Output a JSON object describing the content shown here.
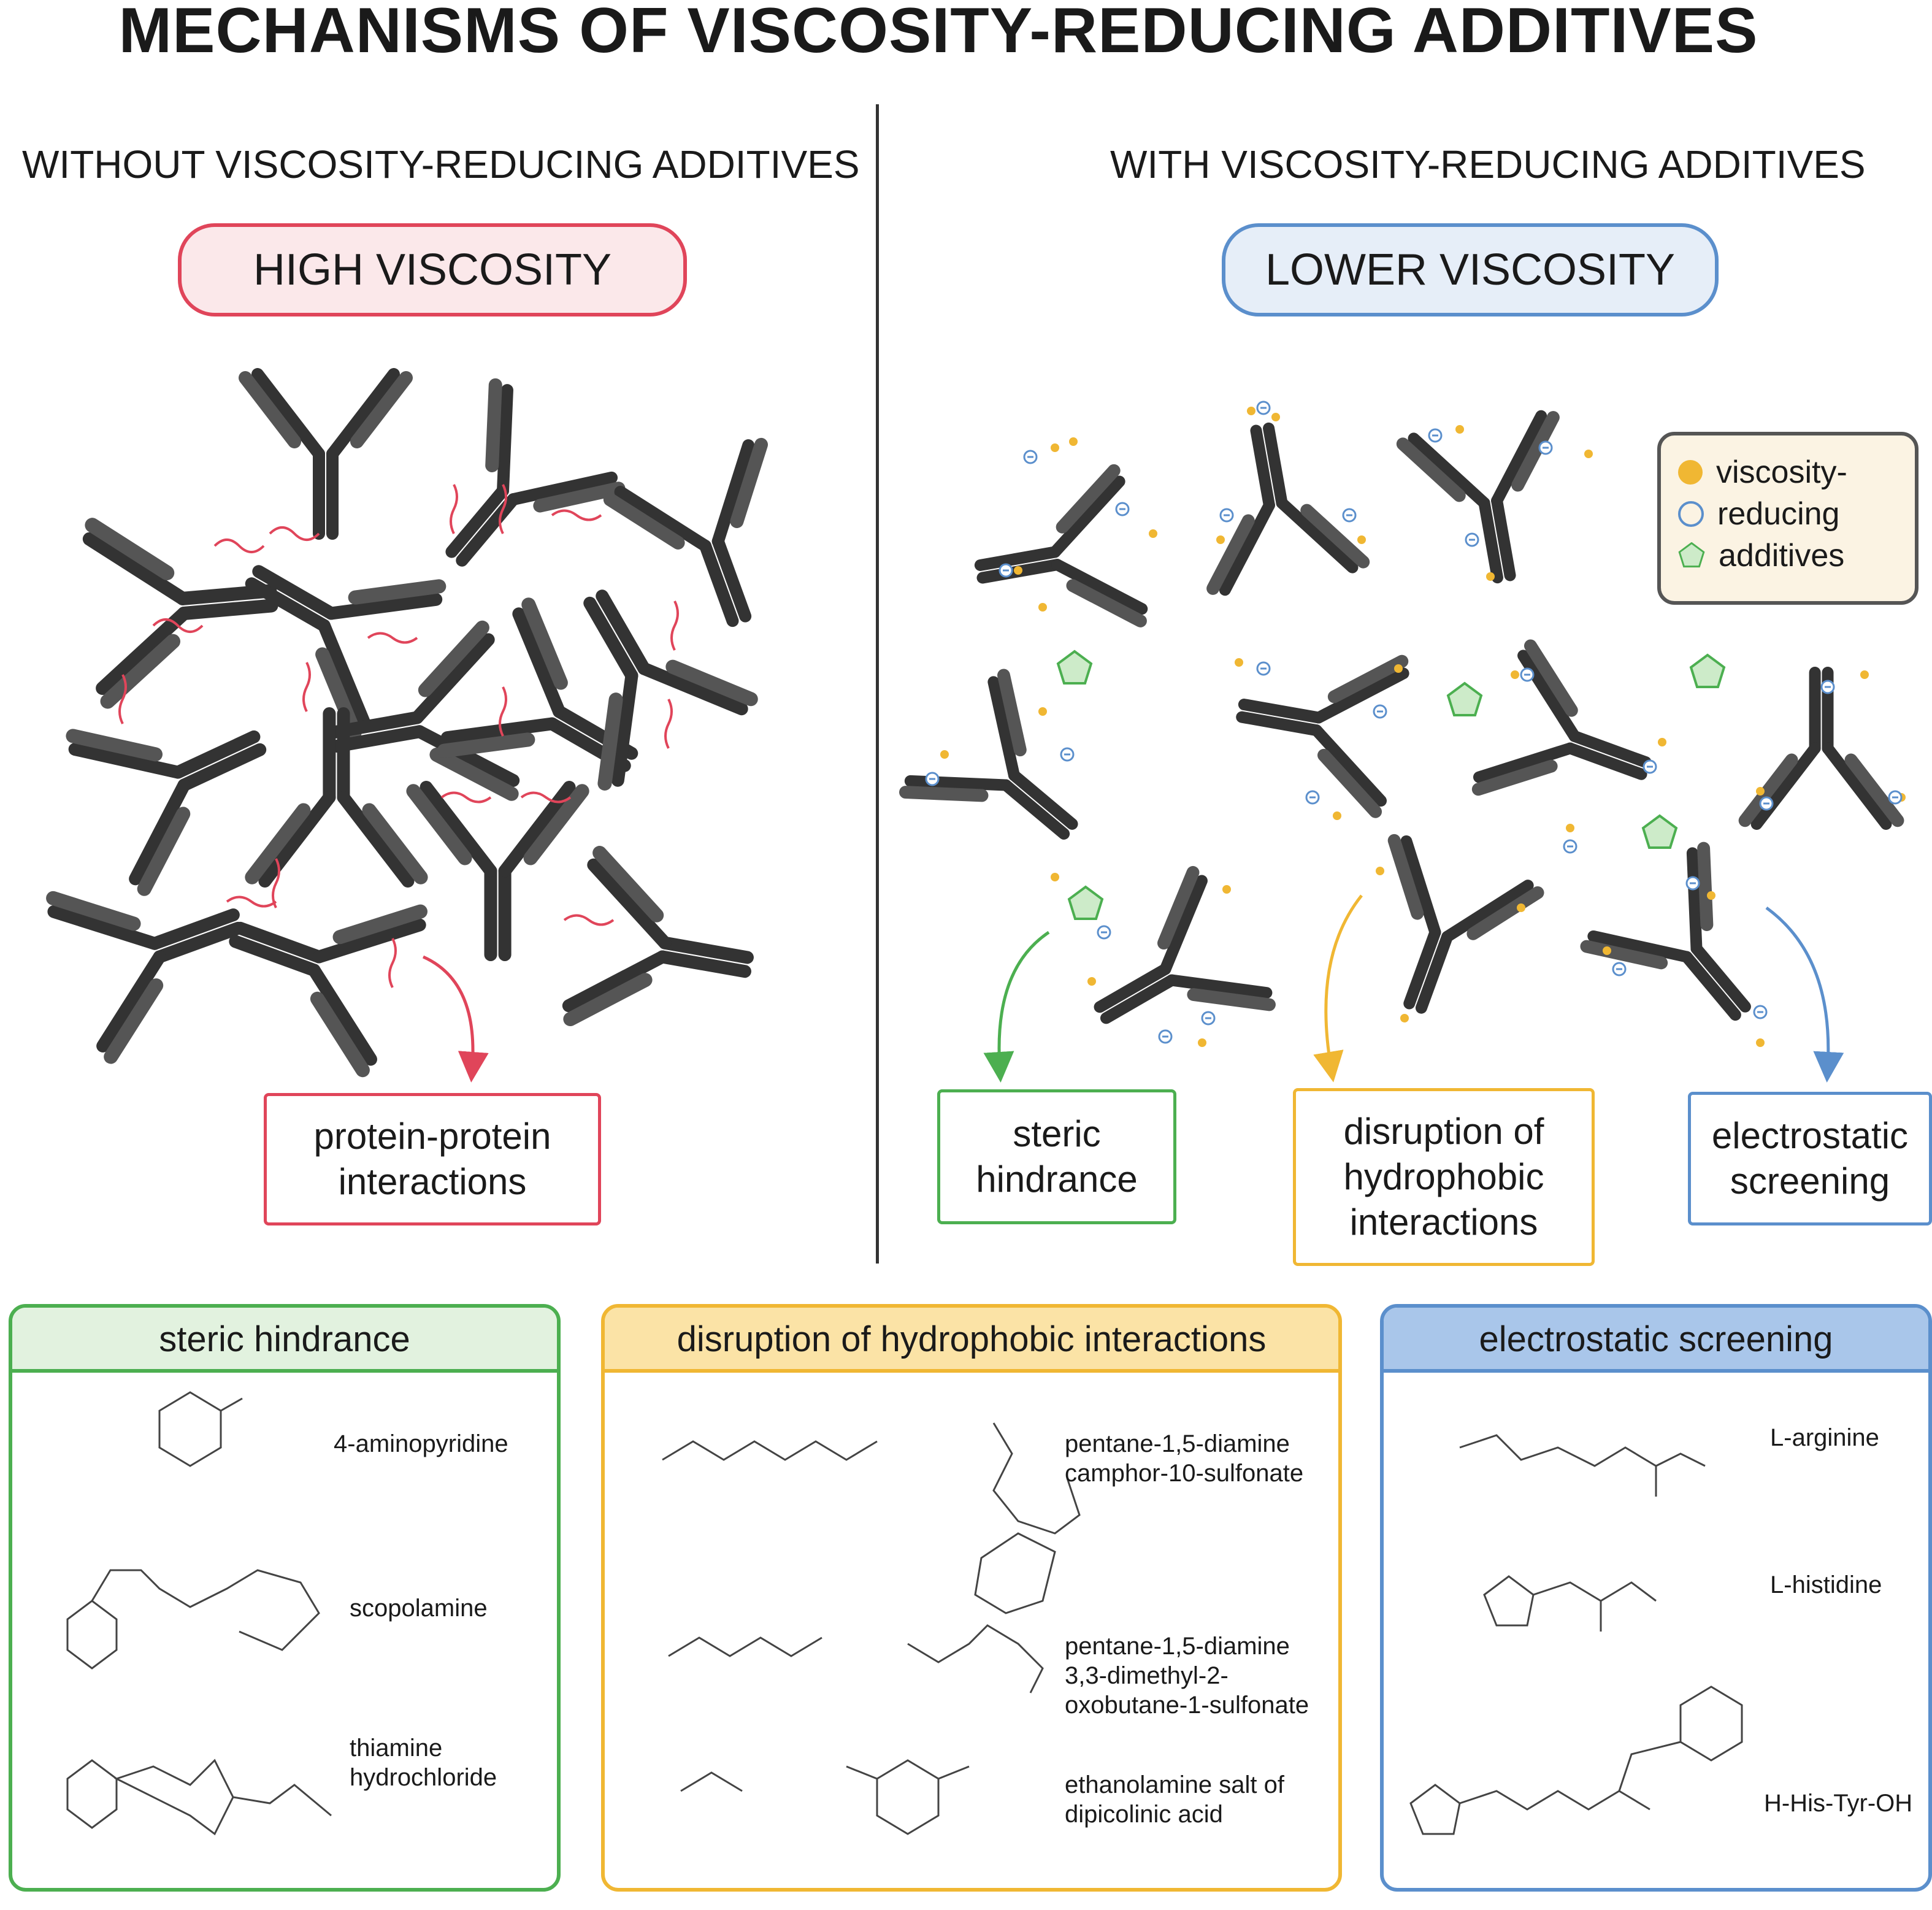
{
  "title": "MECHANISMS OF VISCOSITY-REDUCING ADDITIVES",
  "left": {
    "subtitle": "WITHOUT VISCOSITY-REDUCING ADDITIVES",
    "pill": "HIGH VISCOSITY",
    "callout": [
      "protein-protein",
      "interactions"
    ]
  },
  "right": {
    "subtitle": "WITH VISCOSITY-REDUCING ADDITIVES",
    "pill": "LOWER VISCOSITY",
    "legend": [
      "viscosity-",
      "reducing",
      "additives"
    ],
    "callouts": {
      "steric": [
        "steric",
        "hindrance"
      ],
      "hydrophobic": [
        "disruption of",
        "hydrophobic",
        "interactions"
      ],
      "electrostatic": [
        "electrostatic",
        "screening"
      ]
    }
  },
  "panels": {
    "steric": {
      "title": "steric hindrance",
      "molecules": [
        "4-aminopyridine",
        "scopolamine",
        "thiamine\nhydrochloride"
      ]
    },
    "hydrophobic": {
      "title": "disruption of hydrophobic interactions",
      "molecules": [
        "pentane-1,5-diamine\ncamphor-10-sulfonate",
        "pentane-1,5-diamine\n3,3-dimethyl-2-\noxobutane-1-sulfonate",
        "ethanolamine salt of\ndipicolinic acid"
      ]
    },
    "electrostatic": {
      "title": "electrostatic screening",
      "molecules": [
        "L-arginine",
        "L-histidine",
        "H-His-Tyr-OH"
      ]
    }
  },
  "colors": {
    "red": "#e0455a",
    "red_bg": "#fbe8ea",
    "blue": "#5b8fcc",
    "blue_bg": "#e6eef8",
    "green": "#4caf50",
    "green_bg": "#e2f2df",
    "yellow": "#f0b733",
    "yellow_bg": "#fbe3a6",
    "blue_head_bg": "#a9c6ea",
    "antibody": "#333333",
    "antibody_light": "#555555",
    "legend_bg": "#fbf3e3"
  },
  "icons": [
    "antibody-icon",
    "additive-sun-icon",
    "minus-charge-icon",
    "pentagon-icon",
    "arrow-icon"
  ]
}
